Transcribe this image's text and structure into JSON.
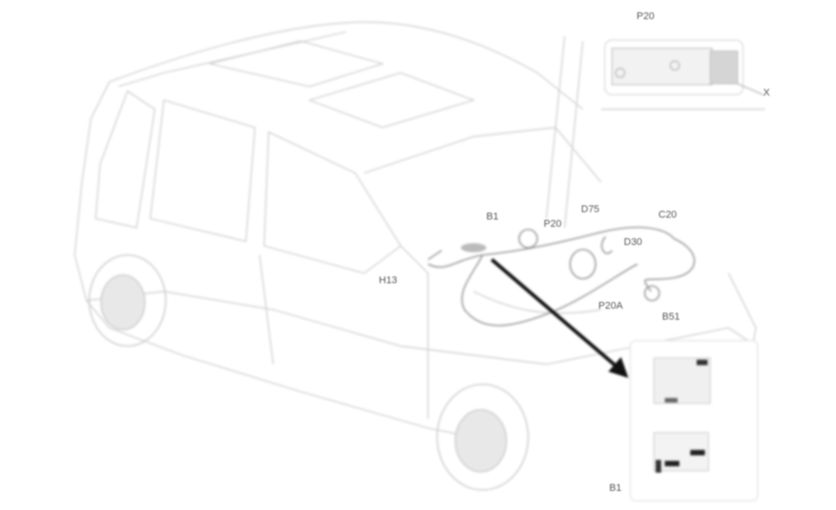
{
  "diagram": {
    "subject": "vehicle wiring harness location diagram",
    "labels": {
      "inset_top_title": "P20",
      "inset_top_callout": "X",
      "b1": "B1",
      "p20": "P20",
      "d75": "D75",
      "c20": "C20",
      "d30": "D30",
      "h13": "H13",
      "p20a": "P20A",
      "b51": "B51",
      "inset_bottom_title": "B1"
    },
    "colors": {
      "line": "#cccccc",
      "dark_line": "#999999",
      "arrow": "#111111",
      "background": "#ffffff"
    }
  }
}
